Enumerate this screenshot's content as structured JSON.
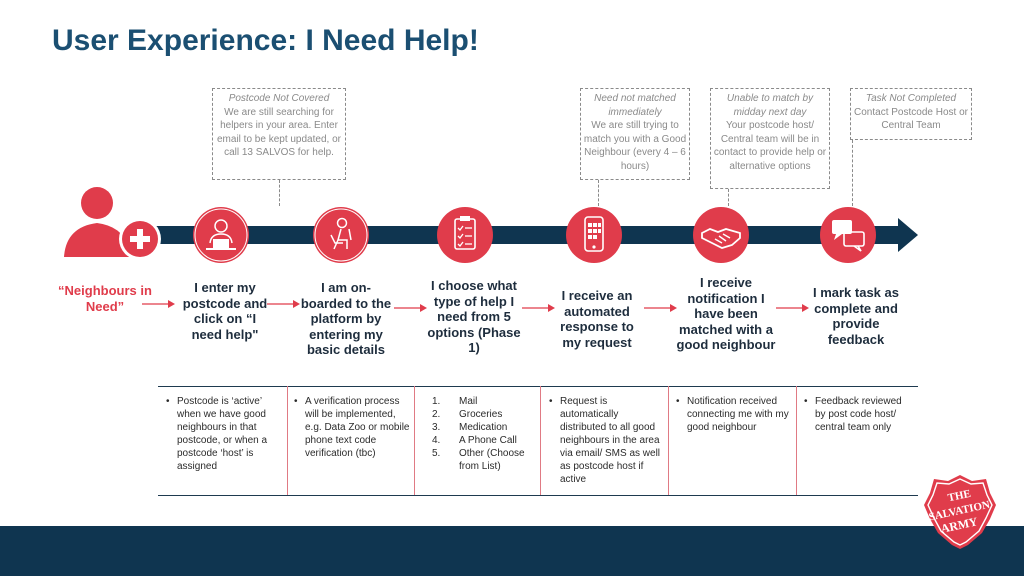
{
  "title": "User Experience: I Need Help!",
  "persona": "“Neighbours in Need”",
  "callouts": [
    {
      "heading": "Postcode Not Covered",
      "body": "We are still searching for helpers in your area. Enter email to be kept updated, or call 13 SALVOS for help."
    },
    {
      "heading": "Need not matched immediately",
      "body": "We are still trying to match you with a Good Neighbour (every 4 – 6 hours)"
    },
    {
      "heading": "Unable to match by midday next day",
      "body": "Your postcode host/ Central team will be in contact to provide help or alternative options"
    },
    {
      "heading": "Task Not Completed",
      "body": "Contact Postcode Host or Central Team"
    }
  ],
  "steps": [
    {
      "icon": "person-at-computer-icon",
      "label": "I enter my postcode and click on “I need help\""
    },
    {
      "icon": "person-with-laptop-icon",
      "label": "I am on-boarded to the platform by entering my basic details"
    },
    {
      "icon": "clipboard-checklist-icon",
      "label": "I choose what type of help I need from 5 options (Phase 1)"
    },
    {
      "icon": "mobile-phone-icon",
      "label": "I receive an automated response to my request"
    },
    {
      "icon": "handshake-icon",
      "label": "I receive notification I have been matched with a good neighbour"
    },
    {
      "icon": "speech-bubbles-icon",
      "label": "I mark task as complete and provide feedback"
    }
  ],
  "details": {
    "d1": "Postcode is ‘active’ when we have good neighbours in that postcode, or when a postcode ‘host’ is assigned",
    "d2": "A verification process will be implemented, e.g. Data Zoo or mobile phone text code verification (tbc)",
    "options": [
      "Mail",
      "Groceries",
      "Medication",
      "A Phone Call",
      "Other (Choose from List)"
    ],
    "option_numbers": [
      "1.",
      "2.",
      "3.",
      "4.",
      "5."
    ],
    "d4": "Request is automatically distributed to all good neighbours in the area via email/ SMS as well as postcode host if active",
    "d5": "Notification received connecting me with my good neighbour",
    "d6": "Feedback reviewed by post code host/ central team only"
  },
  "logo": {
    "line1": "THE",
    "line2": "SALVATION",
    "line3": "ARMY"
  },
  "colors": {
    "accent": "#e03c4b",
    "navy": "#1b4f72",
    "timeline": "#0f3550"
  }
}
